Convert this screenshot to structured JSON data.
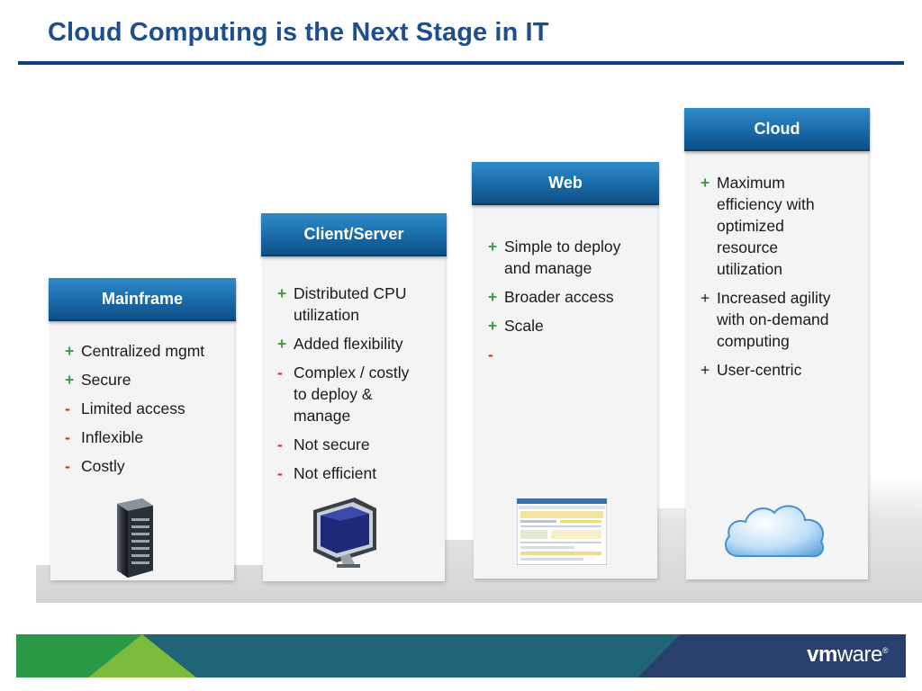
{
  "slide": {
    "title": "Cloud Computing is the Next Stage in IT"
  },
  "columns": [
    {
      "name": "mainframe",
      "header": "Mainframe",
      "icon": "server-tower-icon",
      "items": [
        {
          "sign": "+",
          "type": "plus",
          "lines": [
            "Centralized mgmt"
          ]
        },
        {
          "sign": "+",
          "type": "plus",
          "lines": [
            "Secure"
          ]
        },
        {
          "sign": "-",
          "type": "minus",
          "lines": [
            "Limited access"
          ]
        },
        {
          "sign": "-",
          "type": "minus",
          "lines": [
            "Inflexible"
          ]
        },
        {
          "sign": "-",
          "type": "minus",
          "lines": [
            "Costly"
          ]
        }
      ]
    },
    {
      "name": "client-server",
      "header": "Client/Server",
      "icon": "computer-monitor-icon",
      "items": [
        {
          "sign": "+",
          "type": "plus",
          "lines": [
            "Distributed CPU",
            "utilization"
          ]
        },
        {
          "sign": "+",
          "type": "plus",
          "lines": [
            "Added flexibility"
          ]
        },
        {
          "sign": "-",
          "type": "minus",
          "lines": [
            "Complex / costly",
            "to deploy &",
            "manage"
          ]
        },
        {
          "sign": "-",
          "type": "minus",
          "lines": [
            "Not secure"
          ]
        },
        {
          "sign": "-",
          "type": "minus",
          "lines": [
            "Not efficient"
          ]
        }
      ]
    },
    {
      "name": "web",
      "header": "Web",
      "icon": "web-page-screenshot-icon",
      "items": [
        {
          "sign": "+",
          "type": "plus",
          "lines": [
            "Simple to deploy",
            "and manage"
          ]
        },
        {
          "sign": "+",
          "type": "plus",
          "lines": [
            "Broader access"
          ]
        },
        {
          "sign": "+",
          "type": "plus",
          "lines": [
            "Scale"
          ]
        },
        {
          "sign": "-",
          "type": "minus",
          "lines": [
            ""
          ]
        }
      ]
    },
    {
      "name": "cloud",
      "header": "Cloud",
      "icon": "cloud-icon",
      "items": [
        {
          "sign": "+",
          "type": "plus",
          "lines": [
            "Maximum",
            "efficiency with",
            "optimized",
            "resource",
            "utilization"
          ]
        },
        {
          "sign": "+",
          "type": "plain",
          "lines": [
            "Increased agility",
            "with on-demand",
            "computing"
          ]
        },
        {
          "sign": "+",
          "type": "plain",
          "lines": [
            "User-centric"
          ]
        }
      ]
    }
  ],
  "footer": {
    "logo_prefix": "vm",
    "logo_suffix": "ware",
    "logo_mark": "®"
  },
  "colors": {
    "title": "#1f4e8c",
    "header_blue": "#1a6aa8",
    "plus_green": "#3a9a3a",
    "minus_red": "#e2261c"
  }
}
